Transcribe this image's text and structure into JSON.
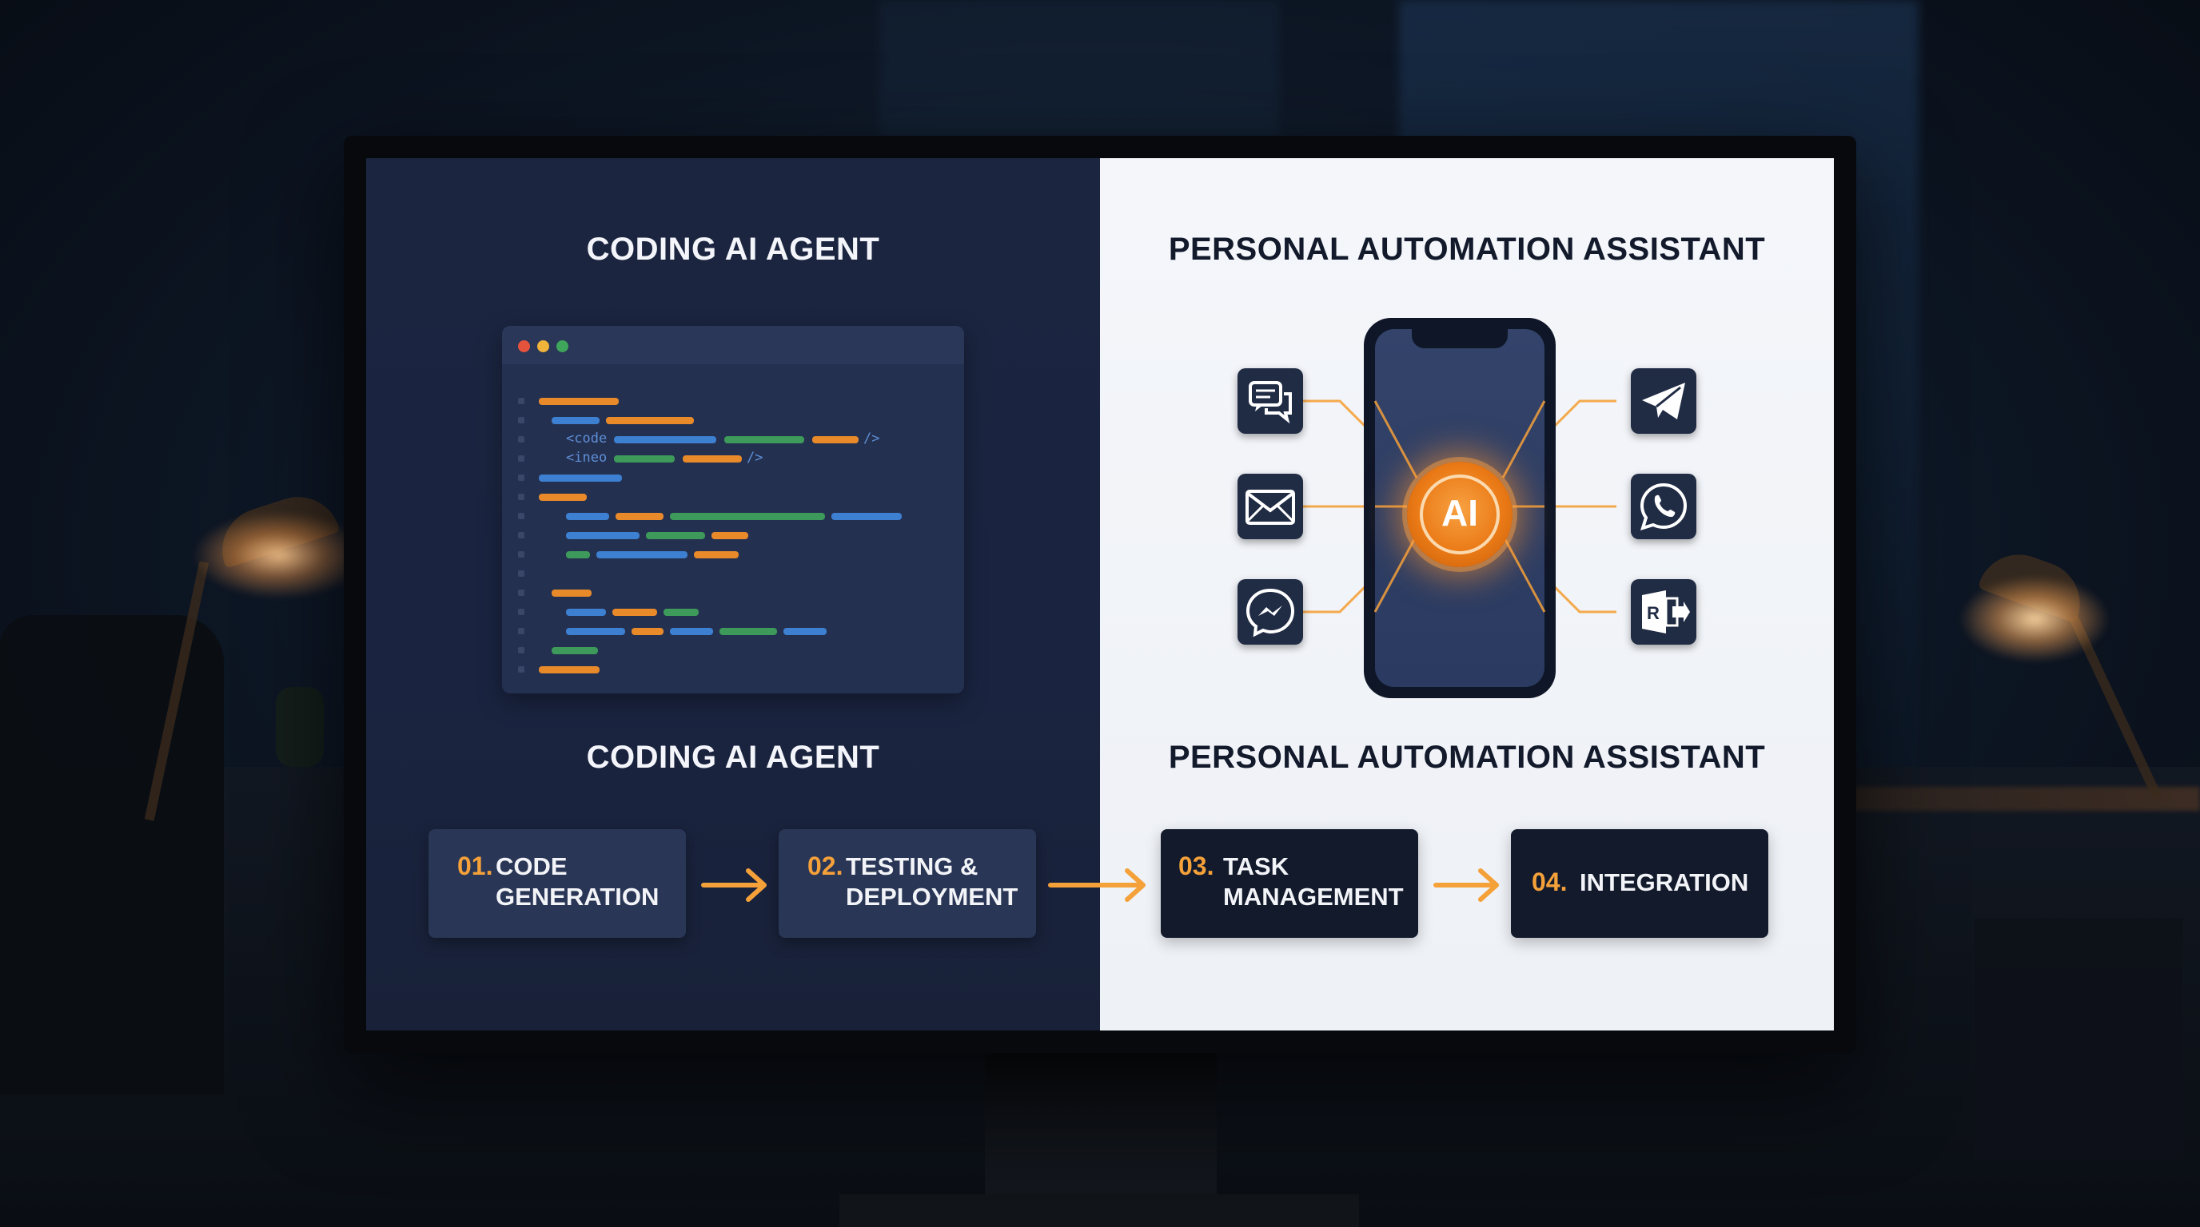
{
  "left_panel": {
    "title": "CODING AI AGENT",
    "caption": "CODING AI AGENT",
    "code_tags": [
      "<code",
      "/>",
      "<ineo",
      "/>"
    ]
  },
  "right_panel": {
    "title": "PERSONAL AUTOMATION ASSISTANT",
    "caption": "PERSONAL AUTOMATION ASSISTANT",
    "ai_badge": "AI",
    "left_icons": [
      "chat-bubbles-icon",
      "envelope-icon",
      "messenger-icon"
    ],
    "right_icons": [
      "paper-plane-icon",
      "whatsapp-icon",
      "exchange-icon"
    ],
    "exchange_letter": "R"
  },
  "steps": [
    {
      "num": "01.",
      "label": "CODE\nGENERATION"
    },
    {
      "num": "02.",
      "label": "TESTING &\nDEPLOYMENT"
    },
    {
      "num": "03.",
      "label": "TASK\nMANAGEMENT"
    },
    {
      "num": "04.",
      "label": "INTEGRATION"
    }
  ],
  "colors": {
    "accent_orange": "#f5a13a",
    "code_blue": "#3d7fd1",
    "code_green": "#3d9a5a",
    "code_orange": "#e88a2a",
    "dark_navy": "#1b2540",
    "light_bg": "#f4f6fa"
  }
}
